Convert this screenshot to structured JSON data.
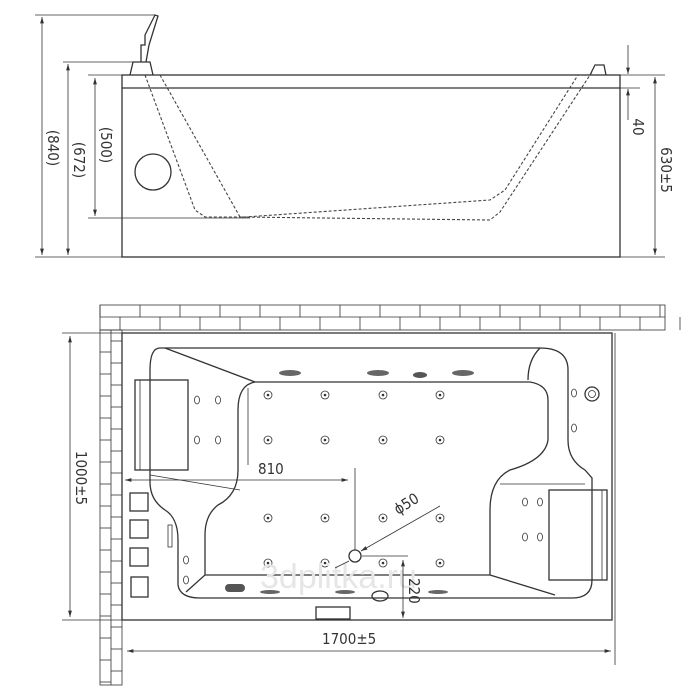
{
  "side_view": {
    "dims": {
      "total_height": "(840)",
      "headrest_height": "(672)",
      "depth": "(500)",
      "rim": "40",
      "height": "630±5"
    }
  },
  "plan_view": {
    "dims": {
      "center_offset": "810",
      "drain_diameter": "ϕ50",
      "drain_offset": "220",
      "length": "1700±5",
      "width": "1000±5"
    },
    "watermark": "3dplitka.ru",
    "jet_grid": {
      "columns": 4,
      "rows": 4
    }
  }
}
